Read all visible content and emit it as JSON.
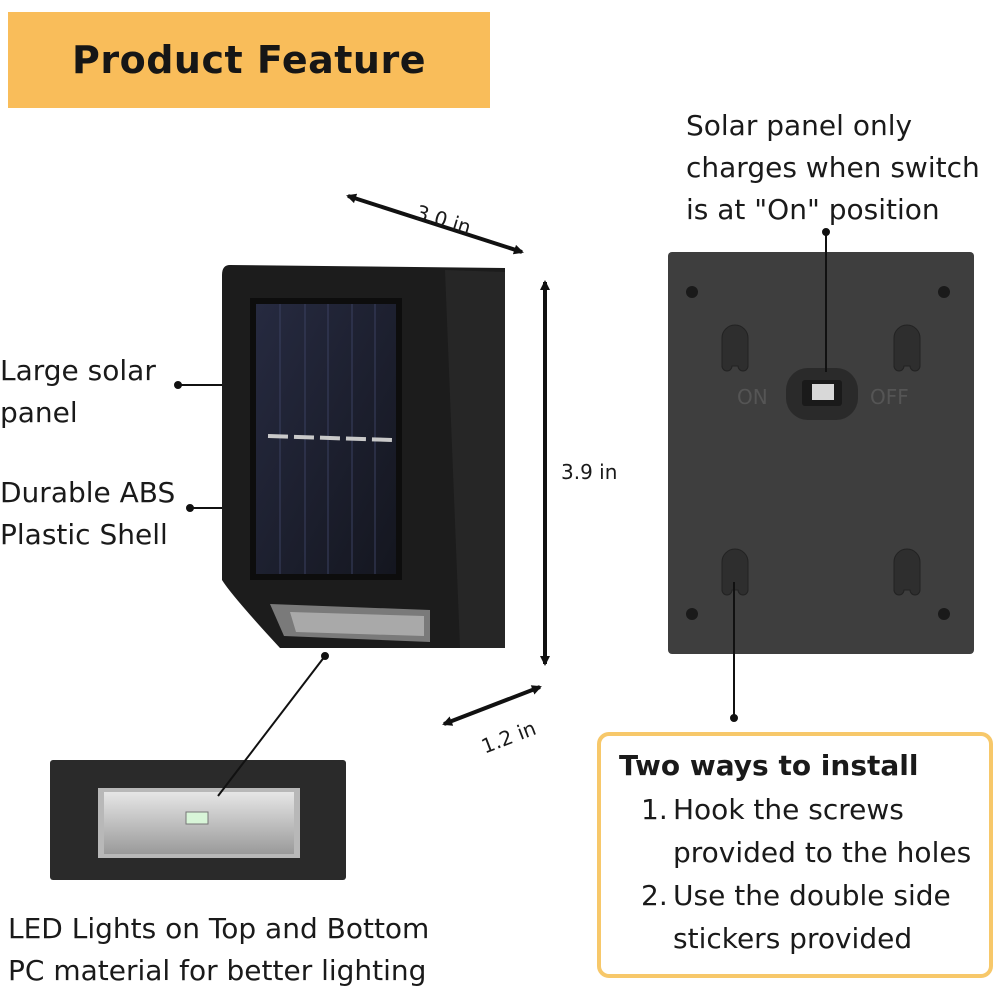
{
  "banner": {
    "title": "Product Feature"
  },
  "labels": {
    "solar_panel": [
      "Large solar",
      "panel"
    ],
    "shell": [
      "Durable ABS",
      "Plastic Shell"
    ],
    "switch_note": [
      "Solar panel only",
      "charges when switch",
      "is at \"On\" position"
    ],
    "led": [
      "LED Lights on Top and Bottom",
      "PC material for better lighting"
    ]
  },
  "dimensions": {
    "width": "3.0 in",
    "height": "3.9 in",
    "depth": "1.2 in"
  },
  "back_panel": {
    "on_label": "ON",
    "off_label": "OFF"
  },
  "install": {
    "title": "Two ways to  install",
    "steps": [
      {
        "num": "1.",
        "lines": [
          "Hook the screws",
          "provided to the holes"
        ]
      },
      {
        "num": "2.",
        "lines": [
          "Use the double side",
          "stickers provided"
        ]
      }
    ]
  },
  "colors": {
    "banner": "#f9bd5a",
    "box_border": "#f7c86a",
    "device": "#1c1c1c",
    "back_panel": "#3e3e3e"
  }
}
